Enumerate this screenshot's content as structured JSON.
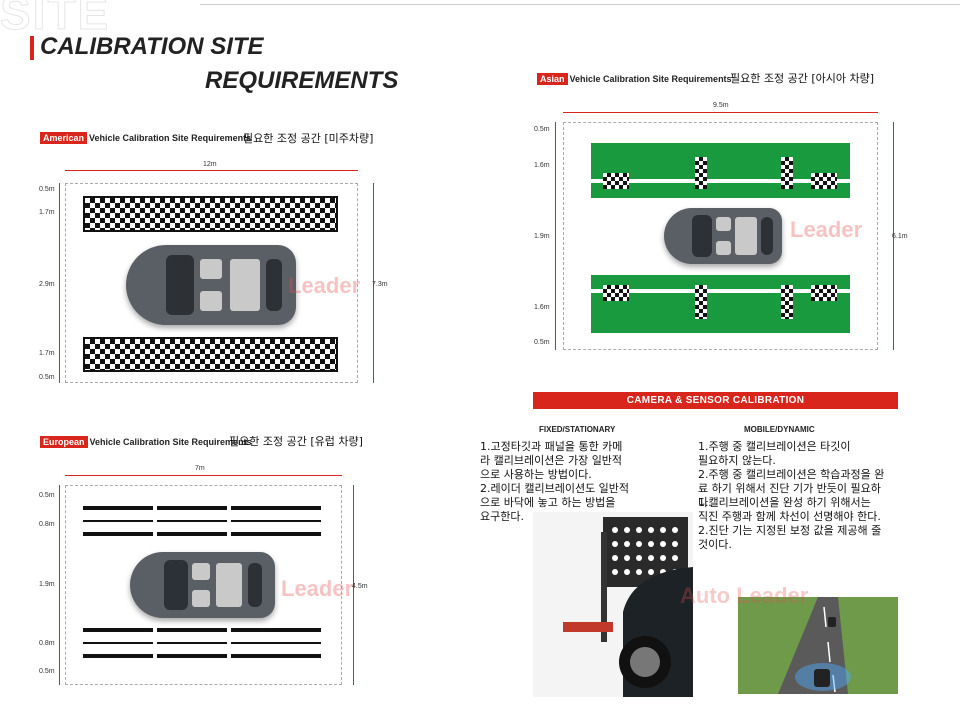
{
  "watermark_site": "SITE",
  "title": {
    "line1": "CALIBRATION SITE",
    "line2": "REQUIREMENTS"
  },
  "american": {
    "tag": "American",
    "label": "Vehicle Calibration Site Requirements",
    "korean": "필요한 조정 공간 [미주차량]",
    "width_dim": "12m",
    "height_dim": "7.3m",
    "rows": [
      "0.5m",
      "1.7m",
      "2.9m",
      "1.7m",
      "0.5m"
    ]
  },
  "asian": {
    "tag": "Asian",
    "label": "Vehicle Calibration Site Requirements",
    "korean": "필요한 조정 공간 [아시아 차량]",
    "width_dim": "9.5m",
    "height_dim": "6.1m",
    "rows": [
      "0.5m",
      "1.6m",
      "1.9m",
      "1.6m",
      "0.5m"
    ]
  },
  "european": {
    "tag": "European",
    "label": "Vehicle Calibration Site Requirements",
    "korean": "필요한 조정 공간 [유럽 차량]",
    "width_dim": "7m",
    "height_dim": "4.5m",
    "rows": [
      "0.5m",
      "0.8m",
      "1.9m",
      "0.8m",
      "0.5m"
    ]
  },
  "watermark_leader": "Leader",
  "watermark_auto_leader": "Auto Leader",
  "camera": {
    "bar": "CAMERA & SENSOR CALIBRATION",
    "fixed_head": "FIXED/STATIONARY",
    "mobile_head": "MOBILE/DYNAMIC",
    "fixed_lines": [
      "1.고정타깃과 패널을 통한 카메",
      "라 캘리브레이션은 가장 일반적",
      "으로 사용하는 방법이다.",
      "2.레이더 캘리브레이션도 일반적",
      "으로 바닥에 놓고 하는 방법을",
      "요구한다."
    ],
    "mobile_lines": [
      "1.주행 중 캘리브레이션은 타깃이",
      " 필요하지 않는다.",
      "2.주행 중 캘리브레이션은 학습과정을 완",
      "료 하기 위해서 진단 기가 반듯이 필요하",
      "다.",
      "1.캘리브레이션을 완성 하기 위해서는",
      "직진 주행과 함께 차선이 선명해야 한다.",
      "2.진단 기는 지정된 보정 값을 제공해 줄",
      "것이다."
    ]
  }
}
